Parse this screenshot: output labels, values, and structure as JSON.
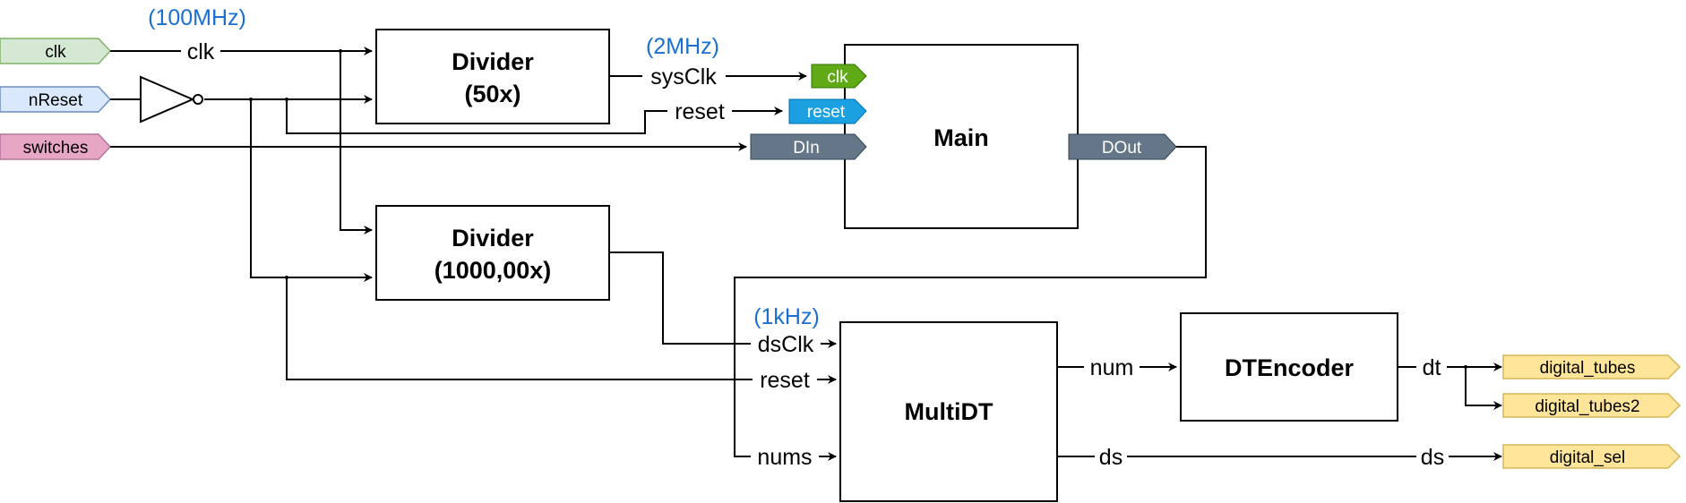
{
  "inputs": {
    "clk": "clk",
    "nReset": "nReset",
    "switches": "switches"
  },
  "outputs": {
    "digital_tubes": "digital_tubes",
    "digital_tubes2": "digital_tubes2",
    "digital_sel": "digital_sel"
  },
  "blocks": {
    "divider1": {
      "line1": "Divider",
      "line2": "(50x)"
    },
    "divider2": {
      "line1": "Divider",
      "line2": "(1000,00x)"
    },
    "main": {
      "label": "Main",
      "port_clk": "clk",
      "port_reset": "reset",
      "port_din": "DIn",
      "port_dout": "DOut"
    },
    "multidt": {
      "label": "MultiDT"
    },
    "dtencoder": {
      "label": "DTEncoder"
    }
  },
  "wires": {
    "clk": "clk",
    "sysClk": "sysClk",
    "reset_main": "reset",
    "dsClk": "dsClk",
    "reset_multidt": "reset",
    "nums": "nums",
    "num": "num",
    "dt": "dt",
    "ds_left": "ds",
    "ds_right": "ds"
  },
  "annotations": {
    "freq_clk": "(100MHz)",
    "freq_sysclk": "(2MHz)",
    "freq_dsclk": "(1kHz)"
  },
  "colors": {
    "clk_fill": "#d5e8d4",
    "clk_stroke": "#82b366",
    "nreset_fill": "#dae8fc",
    "nreset_stroke": "#6c8ebf",
    "switches_fill": "#e6a6c4",
    "switches_stroke": "#b5739d",
    "output_fill": "#ffe599",
    "output_stroke": "#d6b656",
    "port_clk": "#60a917",
    "port_reset": "#1ba1e2",
    "port_data": "#647687",
    "annotation": "#1a6fd1"
  }
}
